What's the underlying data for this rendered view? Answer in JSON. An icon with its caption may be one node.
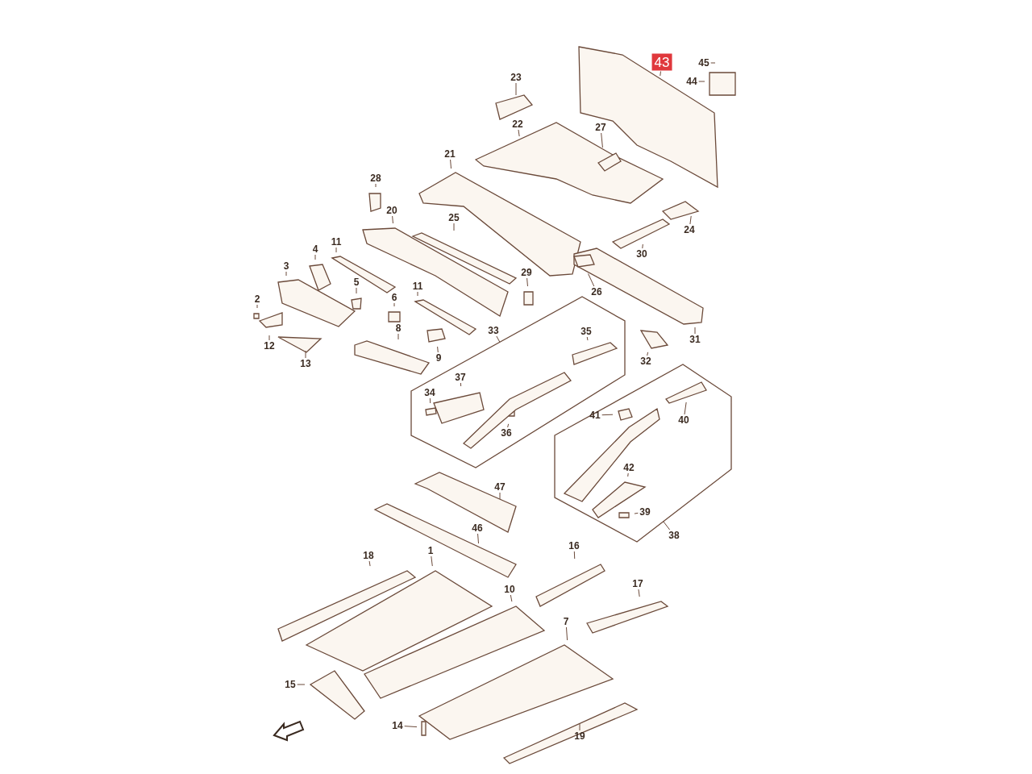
{
  "diagram": {
    "nodes": [
      {
        "text": [
          "43"
        ]
      },
      {
        "text": [
          "45"
        ]
      },
      {
        "text": [
          "44"
        ]
      },
      {
        "text": [
          "23"
        ]
      },
      {
        "text": [
          "22"
        ]
      },
      {
        "text": [
          "27"
        ]
      },
      {
        "text": [
          "21"
        ]
      },
      {
        "text": [
          "28"
        ]
      },
      {
        "text": [
          "20"
        ]
      },
      {
        "text": [
          "25"
        ]
      },
      {
        "text": [
          "24"
        ]
      },
      {
        "text": [
          "30"
        ]
      },
      {
        "text": [
          "11"
        ]
      },
      {
        "text": [
          "4"
        ]
      },
      {
        "text": [
          "3"
        ]
      },
      {
        "text": [
          "5"
        ]
      },
      {
        "text": [
          "29"
        ]
      },
      {
        "text": [
          "26"
        ]
      },
      {
        "text": [
          "6"
        ]
      },
      {
        "text": [
          "11"
        ]
      },
      {
        "text": [
          "2"
        ]
      },
      {
        "text": [
          "31"
        ]
      },
      {
        "text": [
          "12"
        ]
      },
      {
        "text": [
          "8"
        ]
      },
      {
        "text": [
          "33"
        ]
      },
      {
        "text": [],
        "shape": "box"
      },
      {
        "text": [
          "35"
        ],
        "in": 25
      },
      {
        "text": [
          "9"
        ]
      },
      {
        "text": [
          "13"
        ]
      },
      {
        "text": [
          "32"
        ]
      },
      {
        "text": [
          "37"
        ],
        "in": 25
      },
      {
        "text": [
          "34"
        ],
        "in": 25
      },
      {
        "text": [],
        "shape": "box"
      },
      {
        "text": [
          "41"
        ],
        "in": 32
      },
      {
        "text": [
          "40"
        ],
        "in": 32
      },
      {
        "text": [
          "36"
        ],
        "in": 25
      },
      {
        "text": [
          "42"
        ],
        "in": 32
      },
      {
        "text": [
          "47"
        ]
      },
      {
        "text": [
          "39"
        ],
        "in": 32
      },
      {
        "text": [
          "46"
        ]
      },
      {
        "text": [
          "38"
        ]
      },
      {
        "text": [
          "16"
        ]
      },
      {
        "text": [
          "18"
        ]
      },
      {
        "text": [
          "1"
        ]
      },
      {
        "text": [
          "10"
        ]
      },
      {
        "text": [
          "17"
        ]
      },
      {
        "text": [
          "7"
        ]
      },
      {
        "text": [
          "15"
        ]
      },
      {
        "text": [
          "14"
        ]
      },
      {
        "text": [
          "19"
        ]
      }
    ],
    "edges": [
      {
        "from": 0,
        "to": null,
        "arrow": "none"
      },
      {
        "from": 1,
        "to": null,
        "arrow": "none"
      },
      {
        "from": 2,
        "to": null,
        "arrow": "none"
      },
      {
        "from": 3,
        "to": null,
        "arrow": "none"
      },
      {
        "from": 4,
        "to": null,
        "arrow": "none"
      },
      {
        "from": 5,
        "to": null,
        "arrow": "none"
      },
      {
        "from": 6,
        "to": null,
        "arrow": "none"
      },
      {
        "from": 7,
        "to": null,
        "arrow": "none"
      },
      {
        "from": 8,
        "to": null,
        "arrow": "none"
      },
      {
        "from": 9,
        "to": null,
        "arrow": "none"
      },
      {
        "from": 10,
        "to": null,
        "arrow": "none"
      },
      {
        "from": 11,
        "to": null,
        "arrow": "none"
      },
      {
        "from": 12,
        "to": null,
        "arrow": "none"
      },
      {
        "from": 13,
        "to": null,
        "arrow": "none"
      },
      {
        "from": 14,
        "to": null,
        "arrow": "none"
      },
      {
        "from": 15,
        "to": null,
        "arrow": "none"
      },
      {
        "from": 16,
        "to": null,
        "arrow": "none"
      },
      {
        "from": 17,
        "to": null,
        "arrow": "none"
      },
      {
        "from": 18,
        "to": null,
        "arrow": "none"
      },
      {
        "from": 19,
        "to": null,
        "arrow": "none"
      },
      {
        "from": 20,
        "to": null,
        "arrow": "none"
      },
      {
        "from": 21,
        "to": null,
        "arrow": "none"
      },
      {
        "from": 22,
        "to": null,
        "arrow": "none"
      },
      {
        "from": 23,
        "to": null,
        "arrow": "none"
      },
      {
        "from": 24,
        "to": 25,
        "arrow": "none"
      },
      {
        "from": 26,
        "to": null,
        "arrow": "none"
      },
      {
        "from": 27,
        "to": null,
        "arrow": "none"
      },
      {
        "from": 28,
        "to": null,
        "arrow": "none"
      },
      {
        "from": 29,
        "to": null,
        "arrow": "none"
      },
      {
        "from": 30,
        "to": null,
        "arrow": "none"
      },
      {
        "from": 31,
        "to": null,
        "arrow": "none"
      },
      {
        "from": 33,
        "to": null,
        "arrow": "none"
      },
      {
        "from": 34,
        "to": null,
        "arrow": "none"
      },
      {
        "from": 35,
        "to": null,
        "arrow": "none"
      },
      {
        "from": 36,
        "to": null,
        "arrow": "none"
      },
      {
        "from": 37,
        "to": null,
        "arrow": "none"
      },
      {
        "from": 38,
        "to": null,
        "arrow": "none"
      },
      {
        "from": 39,
        "to": null,
        "arrow": "none"
      },
      {
        "from": 40,
        "to": 32,
        "arrow": "none"
      },
      {
        "from": 41,
        "to": null,
        "arrow": "none"
      },
      {
        "from": 42,
        "to": null,
        "arrow": "none"
      },
      {
        "from": 43,
        "to": null,
        "arrow": "none"
      },
      {
        "from": 44,
        "to": null,
        "arrow": "none"
      },
      {
        "from": 45,
        "to": null,
        "arrow": "none"
      },
      {
        "from": 46,
        "to": null,
        "arrow": "none"
      },
      {
        "from": 47,
        "to": null,
        "arrow": "none"
      },
      {
        "from": 48,
        "to": null,
        "arrow": "none"
      },
      {
        "from": 49,
        "to": null,
        "arrow": "none"
      }
    ]
  }
}
